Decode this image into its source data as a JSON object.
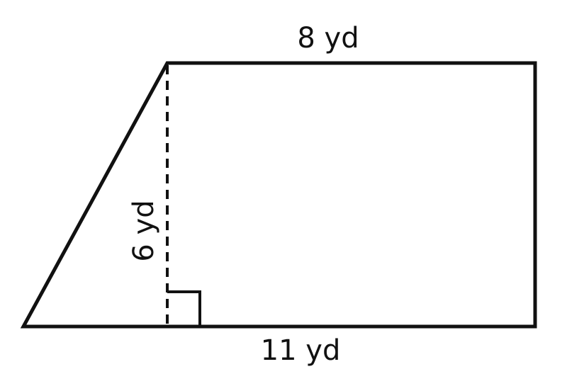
{
  "figure": {
    "shape": "trapezoid",
    "labels": {
      "top": "8 yd",
      "bottom": "11 yd",
      "height": "6 yd"
    },
    "colors": {
      "stroke": "#111111",
      "background": "#ffffff"
    }
  }
}
